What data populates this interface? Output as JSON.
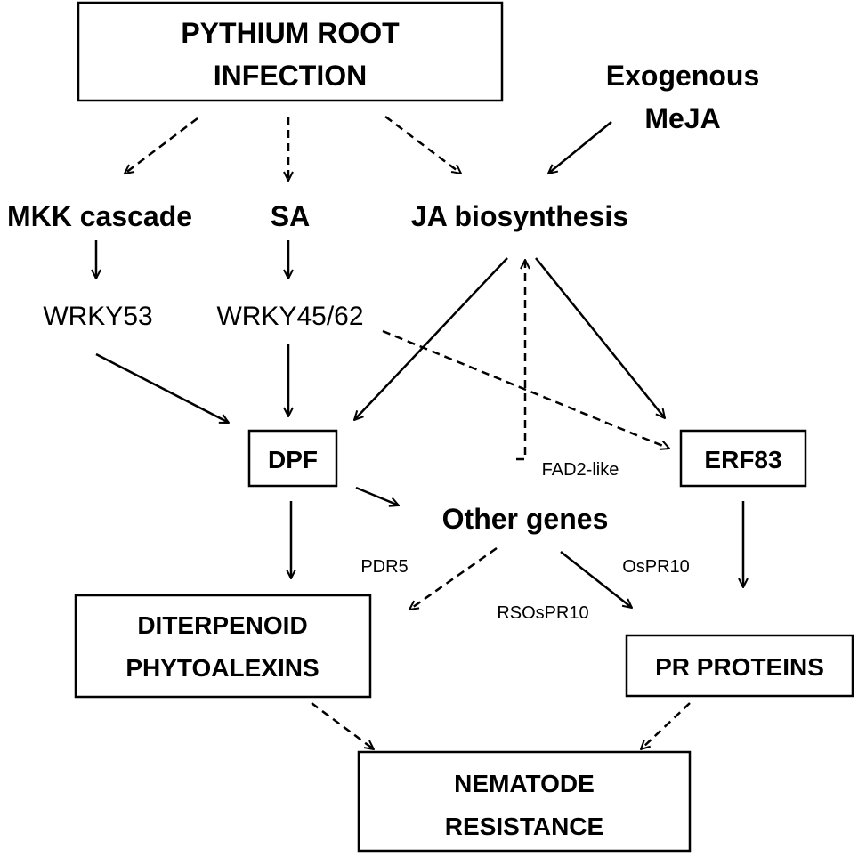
{
  "nodes": {
    "pythium_line1": "PYTHIUM ROOT",
    "pythium_line2": "INFECTION",
    "meja_line1": "Exogenous",
    "meja_line2": "MeJA",
    "mkk": "MKK cascade",
    "sa": "SA",
    "ja": "JA biosynthesis",
    "wrky53": "WRKY53",
    "wrky4562": "WRKY45/62",
    "dpf": "DPF",
    "erf83": "ERF83",
    "other_genes": "Other genes",
    "diterpenoid_line1": "DITERPENOID",
    "diterpenoid_line2": "PHYTOALEXINS",
    "pr_proteins": "PR PROTEINS",
    "nematode_line1": "NEMATODE",
    "nematode_line2": "RESISTANCE"
  },
  "edge_labels": {
    "fad2": "FAD2-like",
    "pdr5": "PDR5",
    "ospr10": "OsPR10",
    "rsospr10": "RSOsPR10"
  }
}
